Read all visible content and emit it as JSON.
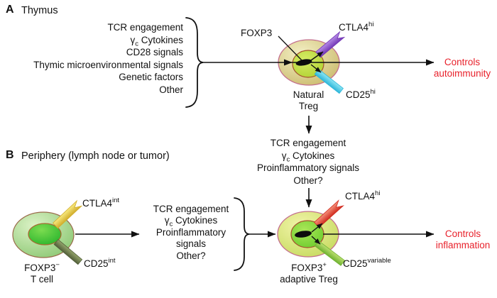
{
  "panel_a": {
    "tag": "A",
    "title": "Thymus",
    "factors": [
      "TCR engagement",
      "CD28 signals",
      "Thymic microenvironmental signals",
      "Genetic factors",
      "Other"
    ],
    "gamma": "γ",
    "gamma_sub": "c",
    "gamma_rest": " Cytokines",
    "foxp3_label": "FOXP3",
    "ctla4_base": "CTLA4",
    "ctla4_sup": "hi",
    "cd25_base": "CD25",
    "cd25_sup": "hi",
    "cell_name_line1": "Natural",
    "cell_name_line2": "Treg",
    "outcome_line1": "Controls",
    "outcome_line2": "autoimmunity"
  },
  "transition": {
    "line1": "TCR engagement",
    "gamma": "γ",
    "gamma_sub": "c",
    "gamma_rest": " Cytokines",
    "line3": "Proinflammatory signals",
    "line4": "Other?"
  },
  "panel_b": {
    "tag": "B",
    "title": "Periphery (lymph node or tumor)",
    "source_cell": {
      "ctla4_base": "CTLA4",
      "ctla4_sup": "int",
      "cd25_base": "CD25",
      "cd25_sup": "int",
      "name_base": "FOXP3",
      "name_sup": "−",
      "name_line2": "T cell"
    },
    "signals": {
      "line1": "TCR engagement",
      "gamma": "γ",
      "gamma_sub": "c",
      "gamma_rest": " Cytokines",
      "line3": "Proinflammatory signals",
      "line4": "Other?"
    },
    "result_cell": {
      "ctla4_base": "CTLA4",
      "ctla4_sup": "hi",
      "cd25_base": "CD25",
      "cd25_sup": "variable",
      "name_base": "FOXP3",
      "name_sup": "+",
      "name_line2": "adaptive Treg"
    },
    "outcome_line1": "Controls",
    "outcome_line2": "inflammation"
  },
  "colors": {
    "ink": "#111111",
    "outcome_red": "#e8212b",
    "treg_outer_light": "#f4f0c6",
    "treg_outer_dark": "#ccbc70",
    "treg_outer_border": "#c4708e",
    "treg_inner_light": "#d6ec66",
    "treg_inner_dark": "#aed02e",
    "treg_inner_border": "#a5542e",
    "nucleus_black": "#0d0d0d",
    "tcell_outer_light": "#dcf2c6",
    "tcell_outer_dark": "#8cc874",
    "tcell_outer_border": "#9a6a4a",
    "tcell_inner_light": "#7cdc50",
    "tcell_inner_dark": "#28b42c",
    "tcell_inner_border": "#a86a32",
    "adaptive_outer_light": "#f2f4aa",
    "adaptive_outer_dark": "#c6da5e",
    "adaptive_inner_light": "#aae658",
    "adaptive_inner_dark": "#68ca2a",
    "ctla4_hi_a_light": "#b58ae6",
    "ctla4_hi_a_dark": "#7438b6",
    "cd25_hi_light": "#8ce6f4",
    "cd25_hi_dark": "#2eb6da",
    "ctla4_int_light": "#f8ea80",
    "ctla4_int_dark": "#d2ae2c",
    "cd25_int_light": "#95a56c",
    "cd25_int_dark": "#525f3a",
    "ctla4_hi_b_light": "#f4907a",
    "ctla4_hi_b_dark": "#d22c20",
    "cd25_var_light": "#bce070",
    "cd25_var_dark": "#70b232"
  }
}
